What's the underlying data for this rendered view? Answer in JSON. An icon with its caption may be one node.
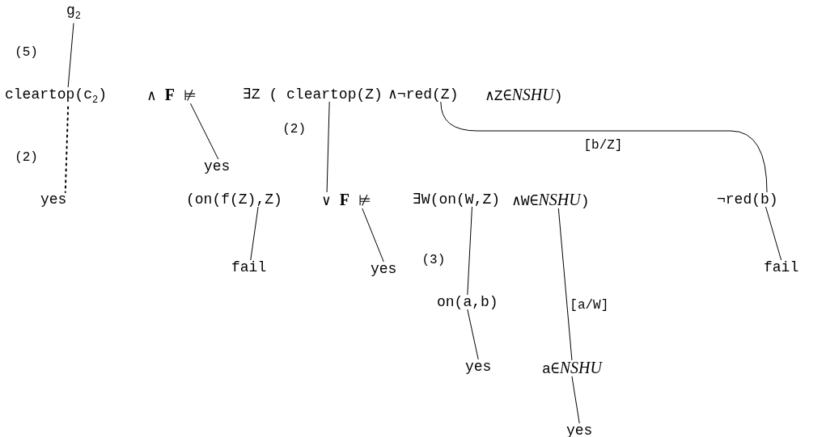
{
  "diagram": {
    "nodes": [
      {
        "text": [
          "g$_{2}$"
        ]
      },
      {
        "text": [
          "cleartop(c$_{2}$)"
        ]
      },
      {
        "text": [
          "yes"
        ]
      },
      {
        "text": [
          "∧ **F** ⊭"
        ]
      },
      {
        "text": [
          "yes"
        ]
      },
      {
        "text": [
          "∃Z ( cleartop(Z)"
        ]
      },
      {
        "text": [
          "∧¬red(Z)"
        ]
      },
      {
        "text": [
          "(on(f(Z),Z)"
        ]
      },
      {
        "text": [
          "∨ **F** ⊭"
        ]
      },
      {
        "text": [
          "∃W(on(W,Z)"
        ]
      },
      {
        "text": [
          "∧W∈*NSHU*)"
        ]
      },
      {
        "text": [
          "¬red(b)"
        ]
      },
      {
        "text": [
          "fail"
        ]
      },
      {
        "text": [
          "yes"
        ]
      },
      {
        "text": [
          "on(a,b)"
        ]
      },
      {
        "text": [
          "yes"
        ]
      },
      {
        "text": [
          "a∈*NSHU*"
        ]
      },
      {
        "text": [
          "yes"
        ]
      },
      {
        "text": [
          "fail"
        ]
      }
    ],
    "edges": [
      {
        "from": 1,
        "to": 0,
        "arrow": "none",
        "label": "(5)"
      },
      {
        "from": 1,
        "to": 2,
        "arrow": "none",
        "label": "(2)",
        "style": "dashed"
      },
      {
        "from": 3,
        "to": 4,
        "arrow": "none"
      },
      {
        "from": 5,
        "to": 8,
        "arrow": "none",
        "label": "(2)"
      },
      {
        "from": 6,
        "to": 11,
        "arrow": "none",
        "label": "[b/Z]"
      },
      {
        "from": 7,
        "to": 12,
        "arrow": "none"
      },
      {
        "from": 8,
        "to": 13,
        "arrow": "none"
      },
      {
        "from": 9,
        "to": 14,
        "arrow": "none",
        "label": "(3)"
      },
      {
        "from": 14,
        "to": 15,
        "arrow": "none"
      },
      {
        "from": 10,
        "to": 16,
        "arrow": "none",
        "label": "[a/W]"
      },
      {
        "from": 16,
        "to": 17,
        "arrow": "none"
      },
      {
        "from": 11,
        "to": 18,
        "arrow": "none"
      }
    ],
    "labels": [
      "∧Z∈*NSHU*)"
    ]
  }
}
